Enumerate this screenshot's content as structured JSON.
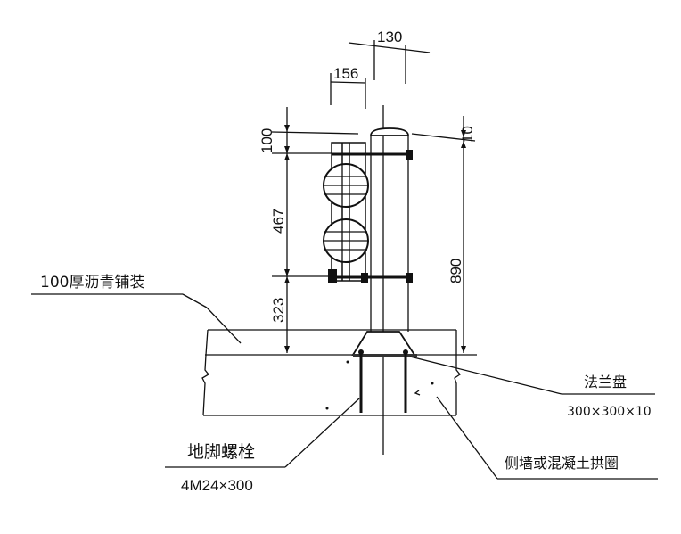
{
  "dimensions": {
    "top_offset": "130",
    "bracket_width": "156",
    "cap_offset": "10",
    "top_gap": "100",
    "lamp_span": "467",
    "bottom_gap": "323",
    "pole_height": "890"
  },
  "labels": {
    "pavement": "100厚沥青铺装",
    "flange_name": "法兰盘",
    "flange_size": "300×300×10",
    "anchor_bolt_name": "地脚螺栓",
    "anchor_bolt_spec": "4M24×300",
    "wall": "侧墙或混凝土拱圈"
  }
}
